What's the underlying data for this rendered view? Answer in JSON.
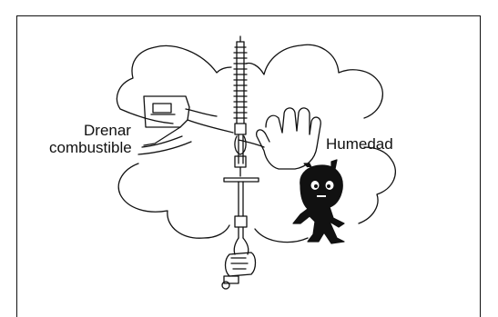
{
  "labels": {
    "fuel_line1": "Drenar",
    "fuel_line2": "combustible",
    "humidity": "Humedad"
  },
  "icons": [
    "fuel-can-icon",
    "stop-hand-icon",
    "moisture-creature-icon",
    "trimmer-tool-icon"
  ],
  "colors": {
    "ink": "#111111",
    "background": "#ffffff"
  }
}
